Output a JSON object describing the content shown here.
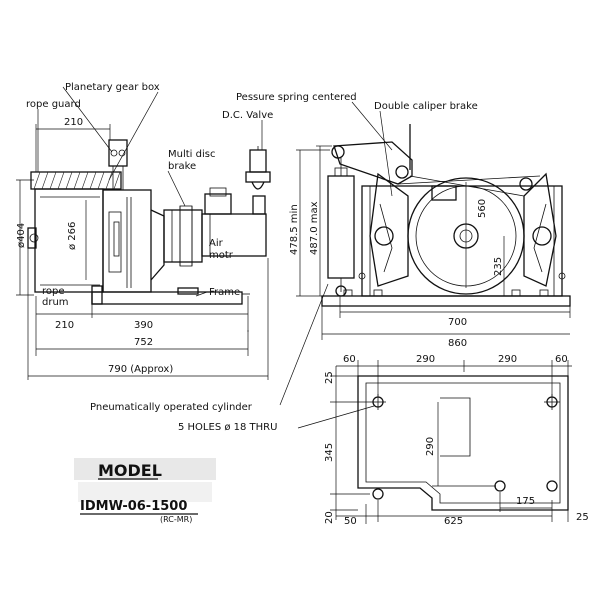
{
  "labels": {
    "planetary_gear_box": "Planetary gear box",
    "rope_guard": "rope guard",
    "multi_disc_brake_1": "Multi disc",
    "multi_disc_brake_2": "brake",
    "air_motor_1": "Air",
    "air_motor_2": "motr",
    "rope_drum_1": "rope",
    "rope_drum_2": "drum",
    "frame": "Frame",
    "pressure_spring": "Pessure spring centered",
    "dc_valve": "D.C. Valve",
    "double_caliper": "Double caliper brake",
    "pneumatic_cylinder": "Pneumatically operated cylinder",
    "holes": "5 HOLES ø 18 THRU"
  },
  "dimensions": {
    "d210_top": "210",
    "d404": "ø404",
    "d266": "ø 266",
    "d210_bottom": "210",
    "d390": "390",
    "d752": "752",
    "d790": "790  (Approx)",
    "d4785": "478.5 min",
    "d4870": "487.0 max",
    "d560": "560",
    "d235": "235",
    "d700": "700",
    "d860": "860",
    "p60a": "60",
    "p290a": "290",
    "p290b": "290",
    "p60b": "60",
    "p25a": "25",
    "p290v": "290",
    "p345": "345",
    "p20": "20",
    "p50": "50",
    "p625": "625",
    "p175": "175",
    "p25b": "25"
  },
  "model": {
    "title": "MODEL",
    "number": "IDMW-06-1500",
    "sub": "(RC-MR)"
  }
}
